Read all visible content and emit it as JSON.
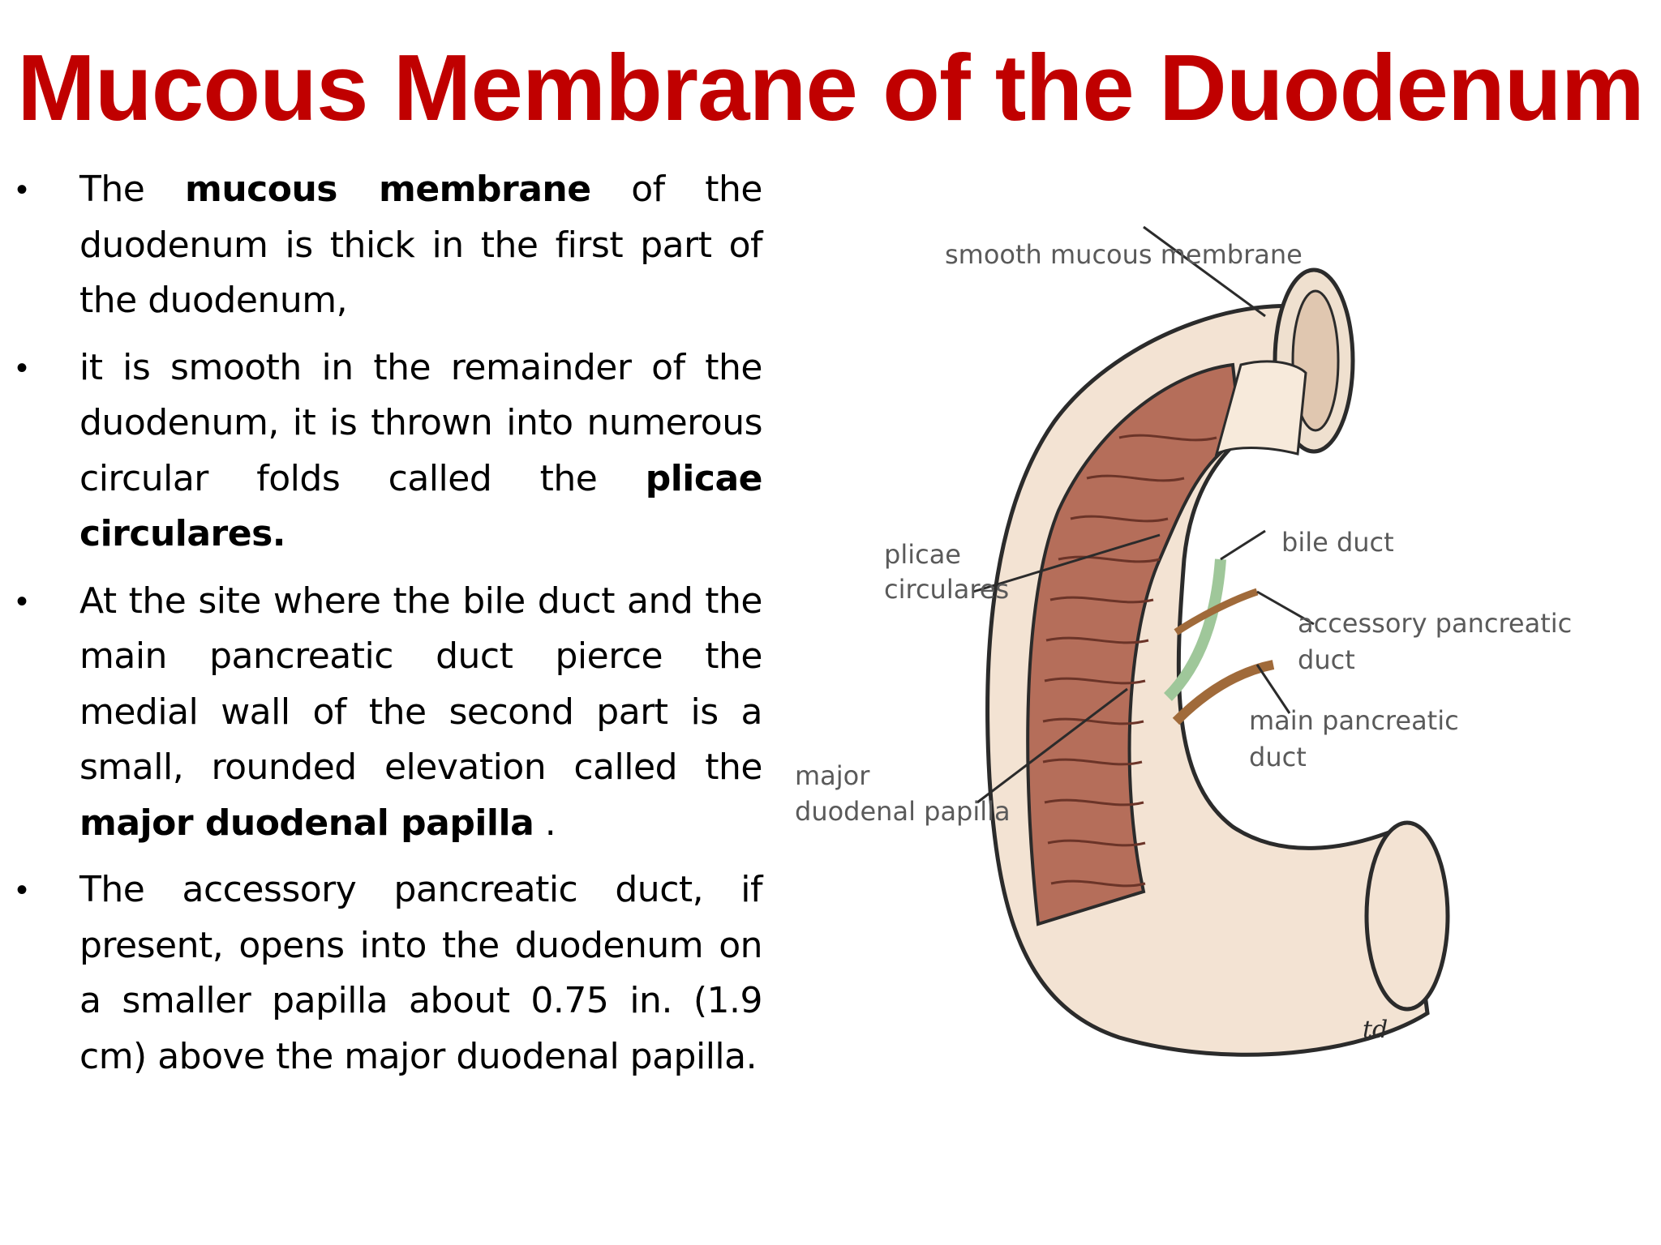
{
  "title": "Mucous Membrane of the Duodenum",
  "colors": {
    "title": "#c00000",
    "text": "#000000",
    "label": "#5a5a5a",
    "tissue_outer": "#f3e3d3",
    "folds": "#b56e5a",
    "bile_duct": "#9fc79a",
    "pancreatic_duct": "#a06a3a"
  },
  "bullets": [
    {
      "parts": [
        {
          "text": "The ",
          "bold": false
        },
        {
          "text": "mucous membrane",
          "bold": true
        },
        {
          "text": " of the duodenum is thick in the first part of the duodenum,",
          "bold": false
        }
      ]
    },
    {
      "parts": [
        {
          "text": "it is smooth in the remainder of the duodenum, it is thrown into numerous circular folds called the ",
          "bold": false
        },
        {
          "text": "plicae circulares.",
          "bold": true
        }
      ]
    },
    {
      "parts": [
        {
          "text": "At the site where the bile duct and the main pancreatic duct pierce the medial wall of the second part is a small, rounded elevation called the ",
          "bold": false
        },
        {
          "text": "major duodenal papilla",
          "bold": true
        },
        {
          "text": " .",
          "bold": false
        }
      ]
    },
    {
      "parts": [
        {
          "text": "The accessory pancreatic duct, if present, opens into the duodenum on a smaller papilla about 0.75 in. (1.9 cm) above the major duodenal papilla.",
          "bold": false
        }
      ]
    }
  ],
  "figure": {
    "labels": {
      "smooth": "smooth mucous membrane",
      "plicae_1": "plicae",
      "plicae_2": "circulares",
      "bile": "bile duct",
      "accessory_1": "accessory pancreatic",
      "accessory_2": "duct",
      "main_1": "main pancreatic",
      "main_2": "duct",
      "major_1": "major",
      "major_2": "duodenal papilla",
      "signature": "td"
    }
  }
}
